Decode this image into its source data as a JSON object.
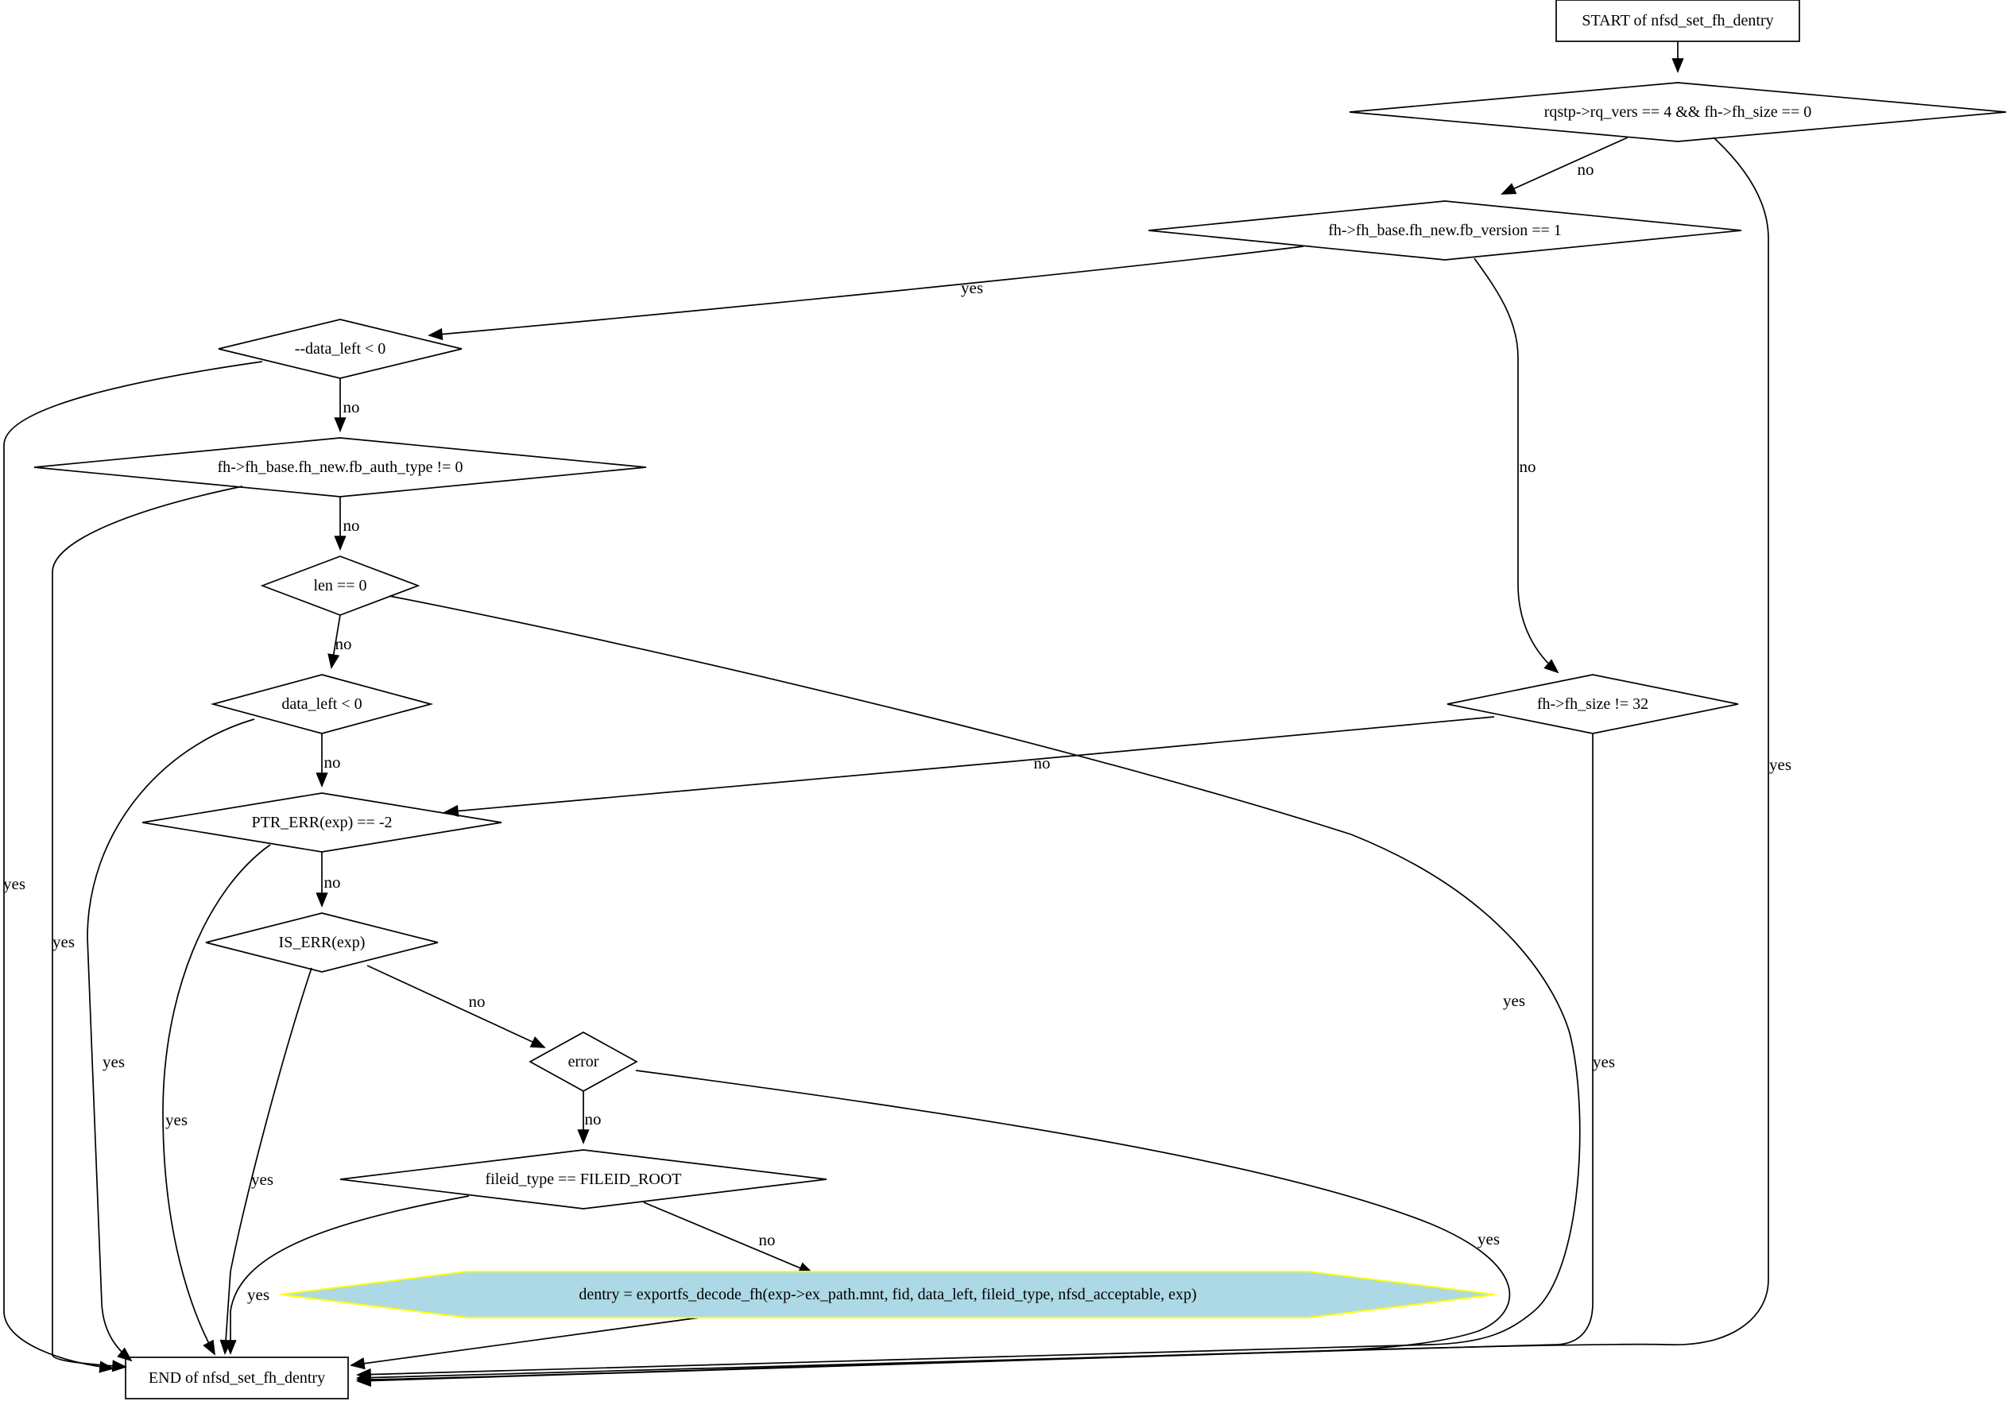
{
  "nodes": [
    {
      "id": "start",
      "shape": "box",
      "label": "START of nfsd_set_fh_dentry"
    },
    {
      "id": "d_vers",
      "shape": "diamond",
      "label": "rqstp->rq_vers == 4 && fh->fh_size == 0"
    },
    {
      "id": "d_fbver",
      "shape": "diamond",
      "label": "fh->fh_base.fh_new.fb_version == 1"
    },
    {
      "id": "d_dataleft1",
      "shape": "diamond",
      "label": "--data_left < 0"
    },
    {
      "id": "d_auth",
      "shape": "diamond",
      "label": "fh->fh_base.fh_new.fb_auth_type != 0"
    },
    {
      "id": "d_len",
      "shape": "diamond",
      "label": "len == 0"
    },
    {
      "id": "d_dataleft2",
      "shape": "diamond",
      "label": "data_left < 0"
    },
    {
      "id": "d_fhsize",
      "shape": "diamond",
      "label": "fh->fh_size != 32"
    },
    {
      "id": "d_ptrerr",
      "shape": "diamond",
      "label": "PTR_ERR(exp) == -2"
    },
    {
      "id": "d_iserr",
      "shape": "diamond",
      "label": "IS_ERR(exp)"
    },
    {
      "id": "d_error",
      "shape": "diamond",
      "label": "error"
    },
    {
      "id": "d_fileid",
      "shape": "diamond",
      "label": "fileid_type == FILEID_ROOT"
    },
    {
      "id": "op_decode",
      "shape": "octagon",
      "label": "dentry = exportfs_decode_fh(exp->ex_path.mnt, fid, data_left, fileid_type, nfsd_acceptable, exp)",
      "fill": "#add8e6",
      "stroke": "#ffff00"
    },
    {
      "id": "end",
      "shape": "box",
      "label": "END of nfsd_set_fh_dentry"
    }
  ],
  "edges": [
    {
      "from": "start",
      "to": "d_vers",
      "label": ""
    },
    {
      "from": "d_vers",
      "to": "d_fbver",
      "label": "no"
    },
    {
      "from": "d_vers",
      "to": "end",
      "label": "yes"
    },
    {
      "from": "d_fbver",
      "to": "d_dataleft1",
      "label": "yes"
    },
    {
      "from": "d_fbver",
      "to": "d_fhsize",
      "label": "no"
    },
    {
      "from": "d_dataleft1",
      "to": "d_auth",
      "label": "no"
    },
    {
      "from": "d_dataleft1",
      "to": "end",
      "label": "yes"
    },
    {
      "from": "d_auth",
      "to": "d_len",
      "label": "no"
    },
    {
      "from": "d_auth",
      "to": "end",
      "label": "yes"
    },
    {
      "from": "d_len",
      "to": "d_dataleft2",
      "label": "no"
    },
    {
      "from": "d_len",
      "to": "end",
      "label": "yes"
    },
    {
      "from": "d_dataleft2",
      "to": "d_ptrerr",
      "label": "no"
    },
    {
      "from": "d_dataleft2",
      "to": "end",
      "label": "yes"
    },
    {
      "from": "d_fhsize",
      "to": "d_ptrerr",
      "label": "no"
    },
    {
      "from": "d_fhsize",
      "to": "end",
      "label": "yes"
    },
    {
      "from": "d_ptrerr",
      "to": "d_iserr",
      "label": "no"
    },
    {
      "from": "d_ptrerr",
      "to": "end",
      "label": "yes"
    },
    {
      "from": "d_iserr",
      "to": "d_error",
      "label": "no"
    },
    {
      "from": "d_iserr",
      "to": "end",
      "label": "yes"
    },
    {
      "from": "d_error",
      "to": "d_fileid",
      "label": "no"
    },
    {
      "from": "d_error",
      "to": "end",
      "label": "yes"
    },
    {
      "from": "d_fileid",
      "to": "op_decode",
      "label": "no"
    },
    {
      "from": "d_fileid",
      "to": "end",
      "label": "yes"
    },
    {
      "from": "op_decode",
      "to": "end",
      "label": ""
    }
  ]
}
